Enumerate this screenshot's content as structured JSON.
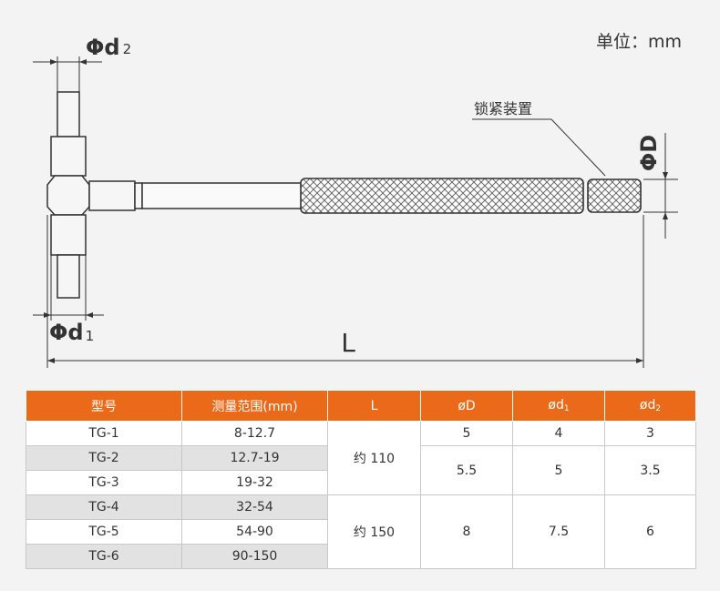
{
  "diagram": {
    "unit_label": "单位：mm",
    "lock_label": "锁紧装置",
    "phi_glyph": "Φ",
    "d2_main": "d",
    "d2_sub": "2",
    "d1_main": "d",
    "d1_sub": "1",
    "D_label": "D",
    "L_label": "L"
  },
  "table": {
    "headers": [
      {
        "main": "型号",
        "sub": ""
      },
      {
        "main": "测量范围(mm)",
        "sub": ""
      },
      {
        "main": "L",
        "sub": ""
      },
      {
        "main": "øD",
        "sub": ""
      },
      {
        "main": "ød",
        "sub": "1"
      },
      {
        "main": "ød",
        "sub": "2"
      }
    ],
    "models": [
      "TG-1",
      "TG-2",
      "TG-3",
      "TG-4",
      "TG-5",
      "TG-6"
    ],
    "ranges": [
      "8-12.7",
      "12.7-19",
      "19-32",
      "32-54",
      "54-90",
      "90-150"
    ],
    "L_values": [
      "约 110",
      "约 150"
    ],
    "D_values": [
      "5",
      "5.5",
      "8"
    ],
    "d1_values": [
      "4",
      "5",
      "7.5"
    ],
    "d2_values": [
      "3",
      "3.5",
      "6"
    ]
  },
  "colors": {
    "header_bg": "#ea6a1a",
    "header_text": "#ffffff",
    "row_alt_bg": "#e2e2e2",
    "line": "#333333"
  }
}
